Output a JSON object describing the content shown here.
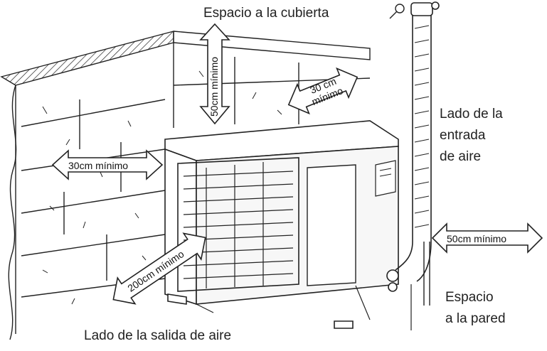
{
  "labels": {
    "top_clearance": "Espacio a la cubierta",
    "air_inlet_line1": "Lado de la",
    "air_inlet_line2": "entrada",
    "air_inlet_line3": "de aire",
    "wall_space_line1": "Espacio",
    "wall_space_line2": "a la pared",
    "air_outlet": "Lado de la salida de aire"
  },
  "arrows": {
    "top": "50cm mínimo",
    "rear_line1": "30 cm",
    "rear_line2": "mínimo",
    "left": "30cm mínimo",
    "right": "50cm mínimo",
    "front": "200cm mínimo"
  },
  "colors": {
    "line": "#222222",
    "arrow_fill": "#ffffff",
    "unit_body": "#f7f7f7"
  },
  "icons": [
    "screw-icon",
    "pipe-clamp-icon"
  ]
}
